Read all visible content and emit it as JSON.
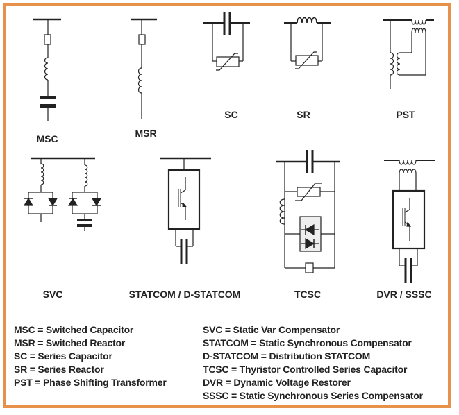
{
  "colors": {
    "frame": "#e8914a",
    "ink": "#222222",
    "thyristor_box": "#eeeeee"
  },
  "labels": {
    "msc": "MSC",
    "msr": "MSR",
    "sc": "SC",
    "sr": "SR",
    "pst": "PST",
    "svc": "SVC",
    "statcom": "STATCOM / D-STATCOM",
    "tcsc": "TCSC",
    "dvr": "DVR / SSSC"
  },
  "legend": {
    "left": [
      "MSC = Switched Capacitor",
      "MSR = Switched Reactor",
      "SC = Series Capacitor",
      "SR = Series Reactor",
      "PST = Phase Shifting Transformer"
    ],
    "right": [
      "SVC = Static Var Compensator",
      "STATCOM = Static Synchronous Compensator",
      "D-STATCOM = Distribution STATCOM",
      "TCSC = Thyristor Controlled Series Capacitor",
      "DVR = Dynamic Voltage Restorer",
      "SSSC = Static Synchronous Series Compensator"
    ]
  }
}
